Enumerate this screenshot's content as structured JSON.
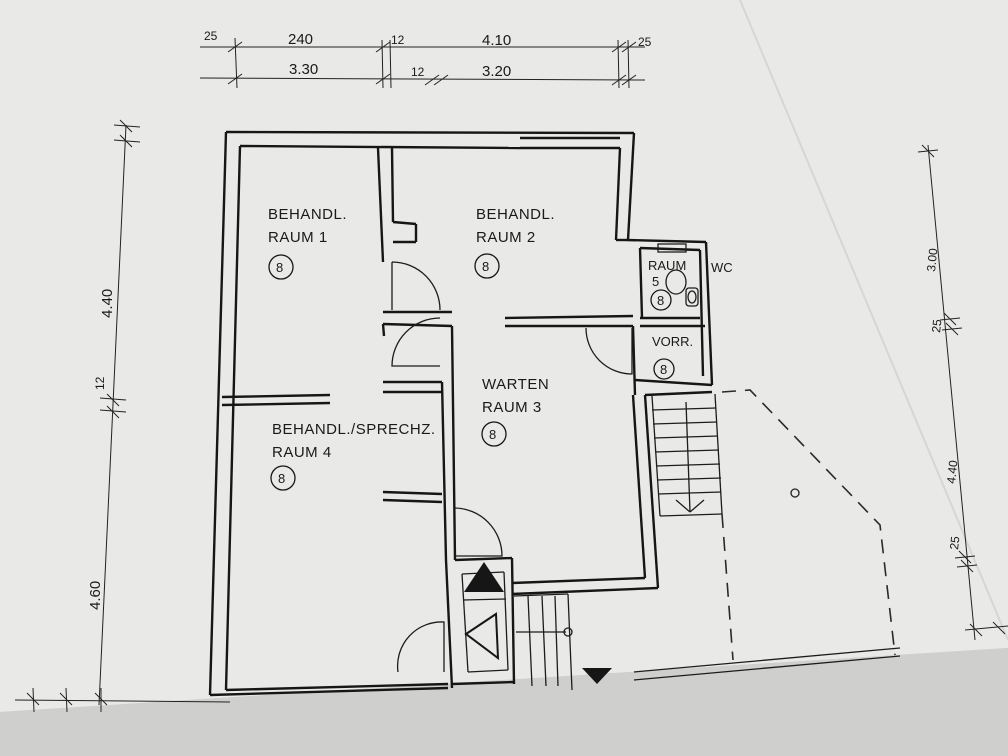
{
  "top_dimensions": {
    "row1": [
      "25",
      "240",
      "12",
      "4.10",
      "25"
    ],
    "row2": [
      "3.30",
      "12",
      "3.20"
    ]
  },
  "left_dimensions": [
    "4.40",
    "12",
    "4.60"
  ],
  "right_dimensions": [
    "3.00",
    "25",
    "4.40",
    "25"
  ],
  "rooms": [
    {
      "line1": "BEHANDL.",
      "line2": "RAUM 1",
      "badge": "8"
    },
    {
      "line1": "BEHANDL.",
      "line2": "RAUM 2",
      "badge": "8"
    },
    {
      "line1": "WARTEN",
      "line2": "RAUM 3",
      "badge": "8"
    },
    {
      "line1": "BEHANDL./SPRECHZ.",
      "line2": "RAUM 4",
      "badge": "8"
    },
    {
      "line1": "RAUM",
      "line2": "5",
      "extra": "WC",
      "badge": "8"
    },
    {
      "line1": "VORR.",
      "badge": "8"
    }
  ],
  "colors": {
    "paper": "#ececea",
    "ink": "#161616",
    "background": "#c9cac8"
  }
}
